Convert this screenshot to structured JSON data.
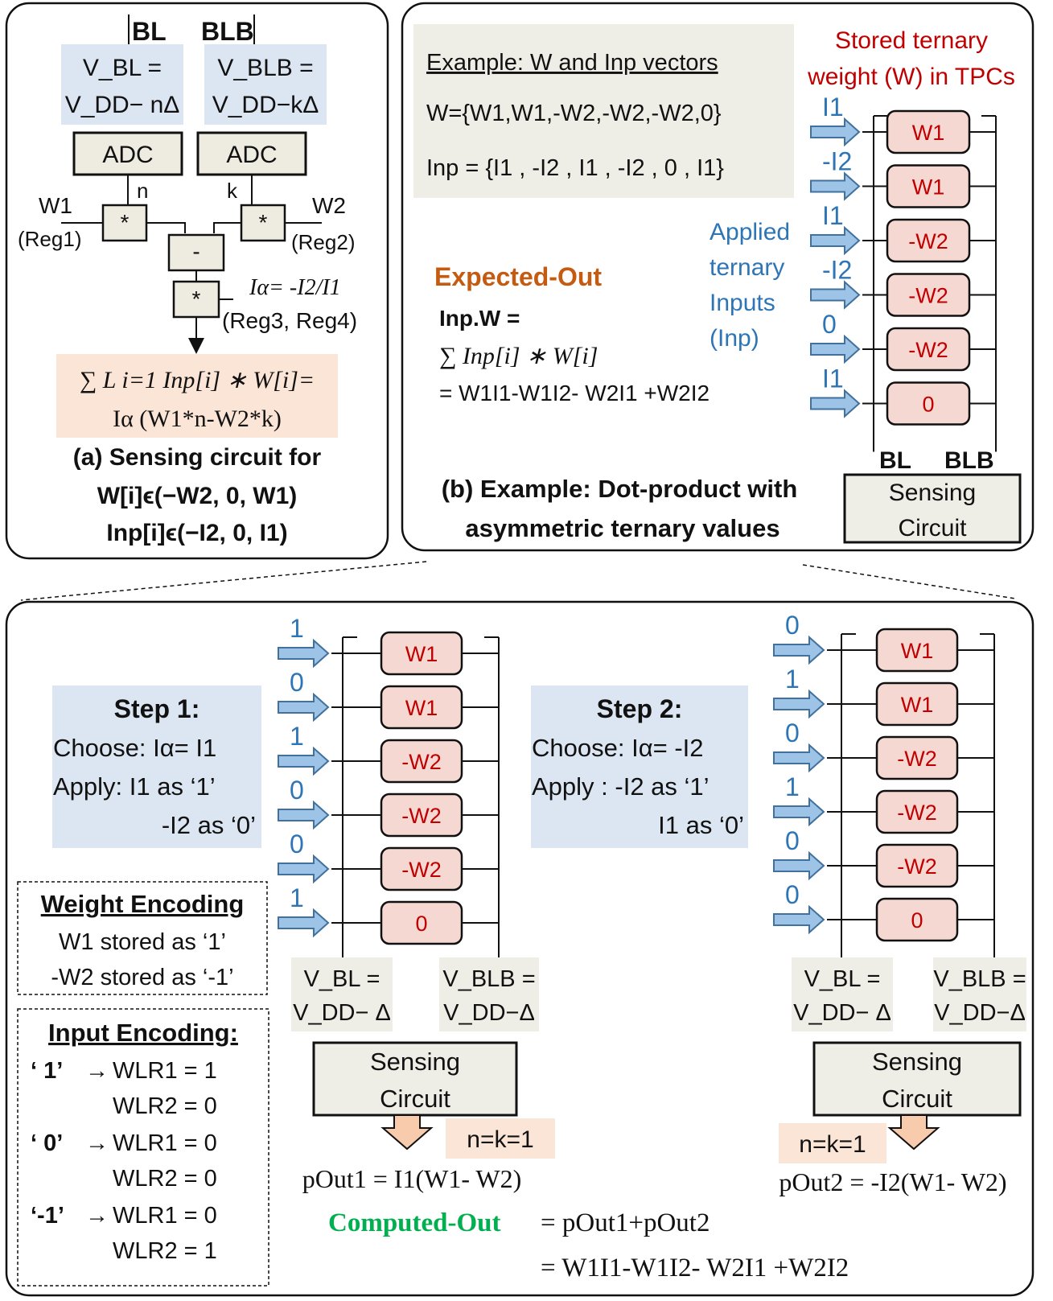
{
  "panel_a": {
    "bl_label": "BL",
    "blb_label": "BLB",
    "v_bl_line1": "V_BL =",
    "v_bl_line2": "V_DD− nΔ",
    "v_blb_line1": "V_BLB =",
    "v_blb_line2": "V_DD−kΔ",
    "adc_left": "ADC",
    "adc_right": "ADC",
    "n_label": "n",
    "k_label": "k",
    "w1_label": "W1",
    "reg1_label": "(Reg1)",
    "w2_label": "W2",
    "reg2_label": "(Reg2)",
    "mult_symbol": "*",
    "minus_symbol": "-",
    "i_alpha_eq": "Iα= -I2/I1",
    "reg34_label": "(Reg3, Reg4)",
    "sum_line1": "∑ L i=1 Inp[i] ∗ W[i]=",
    "sum_line2": "Iα (W1*n-W2*k)",
    "caption_line1": "(a) Sensing circuit for",
    "caption_line2": "W[i]ϵ(−W2, 0, W1)",
    "caption_line3": "Inp[i]ϵ(−I2, 0, I1)"
  },
  "panel_b": {
    "example_title": "Example: W and Inp vectors",
    "w_vector": "W={W1,W1,-W2,-W2,-W2,0}",
    "inp_vector": "Inp = {I1 , -I2 , I1 , -I2 , 0 , I1}",
    "stored_label_line1": "Stored ternary",
    "stored_label_line2": "weight (W) in TPCs",
    "applied_line1": "Applied",
    "applied_line2": "ternary",
    "applied_line3": "Inputs",
    "applied_line4": "(Inp)",
    "expected_title": "Expected-Out",
    "expected_line1": "Inp.W =",
    "expected_line2": "∑ Inp[i] ∗ W[i]",
    "expected_line3": "= W1I1-W1I2- W2I1 +W2I2",
    "inputs": [
      "I1",
      "-I2",
      "I1",
      "-I2",
      "0",
      "I1"
    ],
    "cells": [
      "W1",
      "W1",
      "-W2",
      "-W2",
      "-W2",
      "0"
    ],
    "bl_label": "BL",
    "blb_label": "BLB",
    "sensing_line1": "Sensing",
    "sensing_line2": "Circuit",
    "caption_line1": "(b) Example: Dot-product with",
    "caption_line2": "asymmetric ternary values"
  },
  "panel_c": {
    "step1": {
      "title": "Step 1:",
      "choose": "Choose: Iα= I1",
      "apply1": "Apply:  I1 as ‘1’",
      "apply2": "-I2 as ‘0’",
      "inputs": [
        "1",
        "0",
        "1",
        "0",
        "0",
        "1"
      ],
      "cells": [
        "W1",
        "W1",
        "-W2",
        "-W2",
        "-W2",
        "0"
      ],
      "vbl_line1": "V_BL =",
      "vbl_line2": "V_DD− Δ",
      "vblb_line1": "V_BLB =",
      "vblb_line2": "V_DD−Δ",
      "sensing_line1": "Sensing",
      "sensing_line2": "Circuit",
      "nk": "n=k=1",
      "pout": "pOut1 = I1(W1- W2)"
    },
    "step2": {
      "title": "Step 2:",
      "choose": "Choose: Iα= -I2",
      "apply1": "Apply : -I2 as ‘1’",
      "apply2": "I1 as ‘0’",
      "inputs": [
        "0",
        "1",
        "0",
        "1",
        "0",
        "0"
      ],
      "cells": [
        "W1",
        "W1",
        "-W2",
        "-W2",
        "-W2",
        "0"
      ],
      "vbl_line1": "V_BL =",
      "vbl_line2": "V_DD− Δ",
      "vblb_line1": "V_BLB =",
      "vblb_line2": "V_DD−Δ",
      "sensing_line1": "Sensing",
      "sensing_line2": "Circuit",
      "nk": "n=k=1",
      "pout": "pOut2 = -I2(W1- W2)"
    },
    "weight_encoding": {
      "title": "Weight Encoding",
      "line1": "W1 stored as ‘1’",
      "line2": "-W2 stored as ‘-1’"
    },
    "input_encoding": {
      "title": "Input Encoding:",
      "rows": [
        {
          "sym": "‘ 1’",
          "r1": "WLR1 = 1",
          "r2": "WLR2 = 0"
        },
        {
          "sym": "‘ 0’",
          "r1": "WLR1 = 0",
          "r2": "WLR2 = 0"
        },
        {
          "sym": "‘-1’",
          "r1": "WLR1 = 0",
          "r2": "WLR2 = 1"
        }
      ]
    },
    "computed_label": "Computed-Out",
    "computed_line1": "= pOut1+pOut2",
    "computed_line2": "= W1I1-W1I2- W2I1 +W2I2"
  },
  "colors": {
    "blue_fill": "#dce6f2",
    "gray_fill": "#eeeee6",
    "orange_fill": "#fbe5d6",
    "cell_fill": "#f6d8d3",
    "cell_text": "#c00000",
    "arrow_fill": "#9dc3e6",
    "arrow_stroke": "#41719c",
    "input_blue": "#2e75b6",
    "stored_red": "#c00000",
    "expected_brown": "#c55a11",
    "computed_green": "#00b050",
    "adc_fill": "#eeece1"
  }
}
